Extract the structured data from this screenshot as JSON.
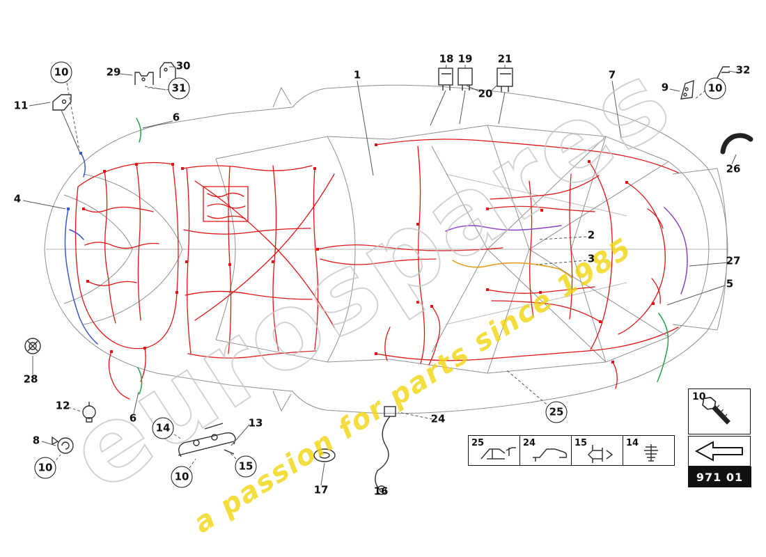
{
  "part_number": "971 01",
  "watermark": {
    "brand": "eurospares",
    "tagline": "a passion for parts since 1985"
  },
  "hardware_box": {
    "label": "10"
  },
  "legend": {
    "items": [
      {
        "label": "25"
      },
      {
        "label": "24"
      },
      {
        "label": "15"
      },
      {
        "label": "14"
      }
    ]
  },
  "colors": {
    "harness_red": "#e11212",
    "wire_blue": "#3a57c9",
    "wire_green": "#27a04a",
    "wire_purple": "#8b3fc6",
    "wire_orange": "#e59a16",
    "watermark_yellow": "#f2d50f",
    "car_outline_gray": "#8f8f8f"
  },
  "callouts": [
    {
      "label": "10"
    },
    {
      "label": "11"
    },
    {
      "label": "29"
    },
    {
      "label": "30"
    },
    {
      "label": "31"
    },
    {
      "label": "6"
    },
    {
      "label": "1"
    },
    {
      "label": "18"
    },
    {
      "label": "19"
    },
    {
      "label": "20"
    },
    {
      "label": "21"
    },
    {
      "label": "7"
    },
    {
      "label": "9"
    },
    {
      "label": "10"
    },
    {
      "label": "32"
    },
    {
      "label": "26"
    },
    {
      "label": "4"
    },
    {
      "label": "2"
    },
    {
      "label": "3"
    },
    {
      "label": "27"
    },
    {
      "label": "5"
    },
    {
      "label": "28"
    },
    {
      "label": "12"
    },
    {
      "label": "8"
    },
    {
      "label": "10"
    },
    {
      "label": "6"
    },
    {
      "label": "14"
    },
    {
      "label": "10"
    },
    {
      "label": "15"
    },
    {
      "label": "13"
    },
    {
      "label": "17"
    },
    {
      "label": "16"
    },
    {
      "label": "24"
    },
    {
      "label": "25"
    }
  ]
}
